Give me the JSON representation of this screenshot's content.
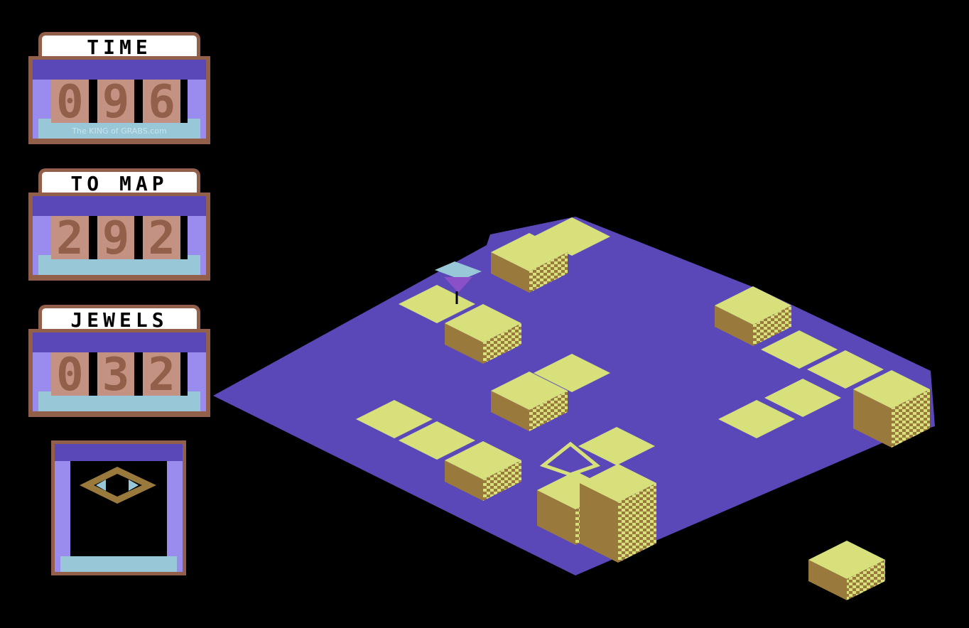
{
  "hud": {
    "time": {
      "label": "TIME",
      "digits": [
        "0",
        "9",
        "6"
      ]
    },
    "to_map": {
      "label": "TO MAP",
      "digits": [
        "2",
        "9",
        "2"
      ]
    },
    "jewels": {
      "label": "JEWELS",
      "digits": [
        "0",
        "3",
        "2"
      ]
    },
    "held_item": "eye-diamond-icon"
  },
  "watermark": "The KING of GRABS.com",
  "colors": {
    "board": "#5a48b8",
    "tile": "#d8e07c",
    "side": "#9a7a3c",
    "frame": "#92604a",
    "digit_bg": "#c49282"
  }
}
